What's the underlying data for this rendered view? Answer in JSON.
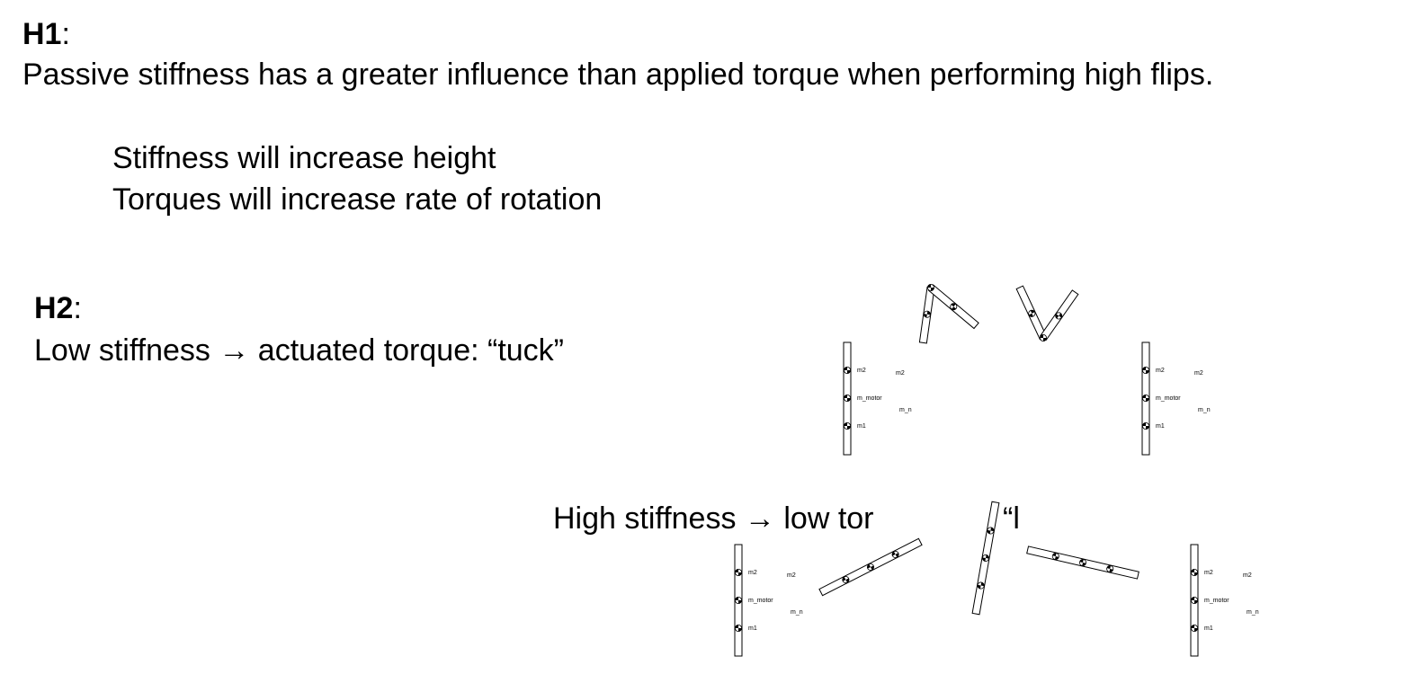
{
  "h1": {
    "label": "H1",
    "colon": ":",
    "statement": "Passive stiffness has a greater influence than applied torque when performing high flips.",
    "points": [
      "Stiffness will increase height",
      "Torques will increase rate of rotation"
    ]
  },
  "h2": {
    "label": "H2",
    "colon": ":",
    "low": "Low stiffness → actuated torque: “tuck”",
    "high_visible": "High stiffness → low tor",
    "high_tail_visible": "“l"
  },
  "figure_labels": {
    "m1": "m1",
    "m2": "m2",
    "m_motor": "m_motor",
    "m_n": "m_n"
  }
}
